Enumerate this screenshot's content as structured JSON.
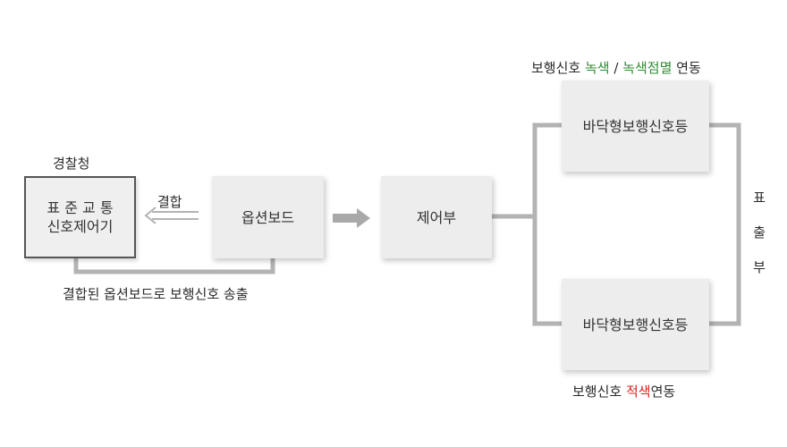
{
  "labels": {
    "police": "경찰청",
    "combine": "결합",
    "bottom_caption": "결합된 옵션보드로 보행신호 송출",
    "top_caption_prefix": "보행신호 ",
    "top_caption_green": "녹색",
    "top_caption_sep": " / ",
    "top_caption_blink": "녹색점멸",
    "top_caption_suffix": " 연동",
    "bottom_right_prefix": "보행신호 ",
    "bottom_right_red": "적색",
    "bottom_right_suffix": "연동",
    "display_unit": [
      "표",
      "출",
      "부"
    ]
  },
  "nodes": {
    "controller_line1": "표 준 교 통",
    "controller_line2": "신호제어기",
    "option_board": "옵션보드",
    "control_unit": "제어부",
    "floor_signal_top": "바닥형보행신호등",
    "floor_signal_bottom": "바닥형보행신호등"
  },
  "colors": {
    "connector": "#b3b3b3",
    "accent_green": "#2f8a32",
    "accent_red": "#e02020"
  }
}
